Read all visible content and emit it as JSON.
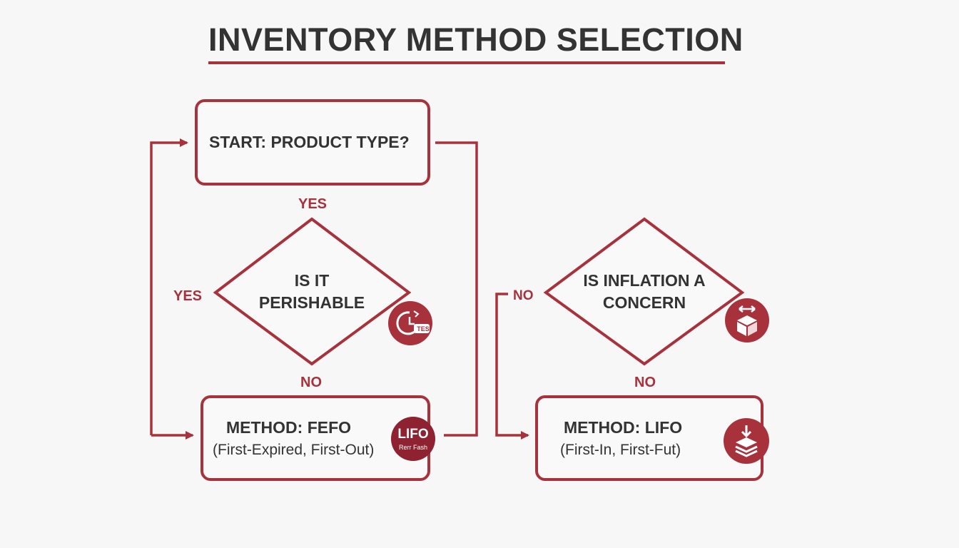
{
  "title": "INVENTORY METHOD SELECTION",
  "colors": {
    "accent": "#a8323c",
    "text": "#333333",
    "background": "#f7f7f7"
  },
  "nodes": {
    "start": {
      "label": "START: PRODUCT TYPE?"
    },
    "perishable": {
      "line1": "IS IT",
      "line2": "PERISHABLE"
    },
    "inflation": {
      "line1": "IS INFLATION A",
      "line2": "CONCERN"
    },
    "fefo": {
      "label": "METHOD: FEFO",
      "sublabel": "(First-Expired, First-Out)",
      "badge_text": "LIFO",
      "badge_subtext": "Rerr Fash"
    },
    "lifo": {
      "label": "METHOD: LIFO",
      "sublabel": "(First-In, First-Fut)"
    }
  },
  "edge_labels": {
    "yes_top": "YES",
    "yes_left": "YES",
    "no_perishable": "NO",
    "no_left_inflation": "NO",
    "no_inflation": "NO"
  },
  "icons": {
    "perishable_badge": "clock-icon",
    "perishable_badge_text": "TES",
    "inflation_badge": "box-arrows-icon",
    "lifo_badge": "stack-down-arrow-icon"
  }
}
